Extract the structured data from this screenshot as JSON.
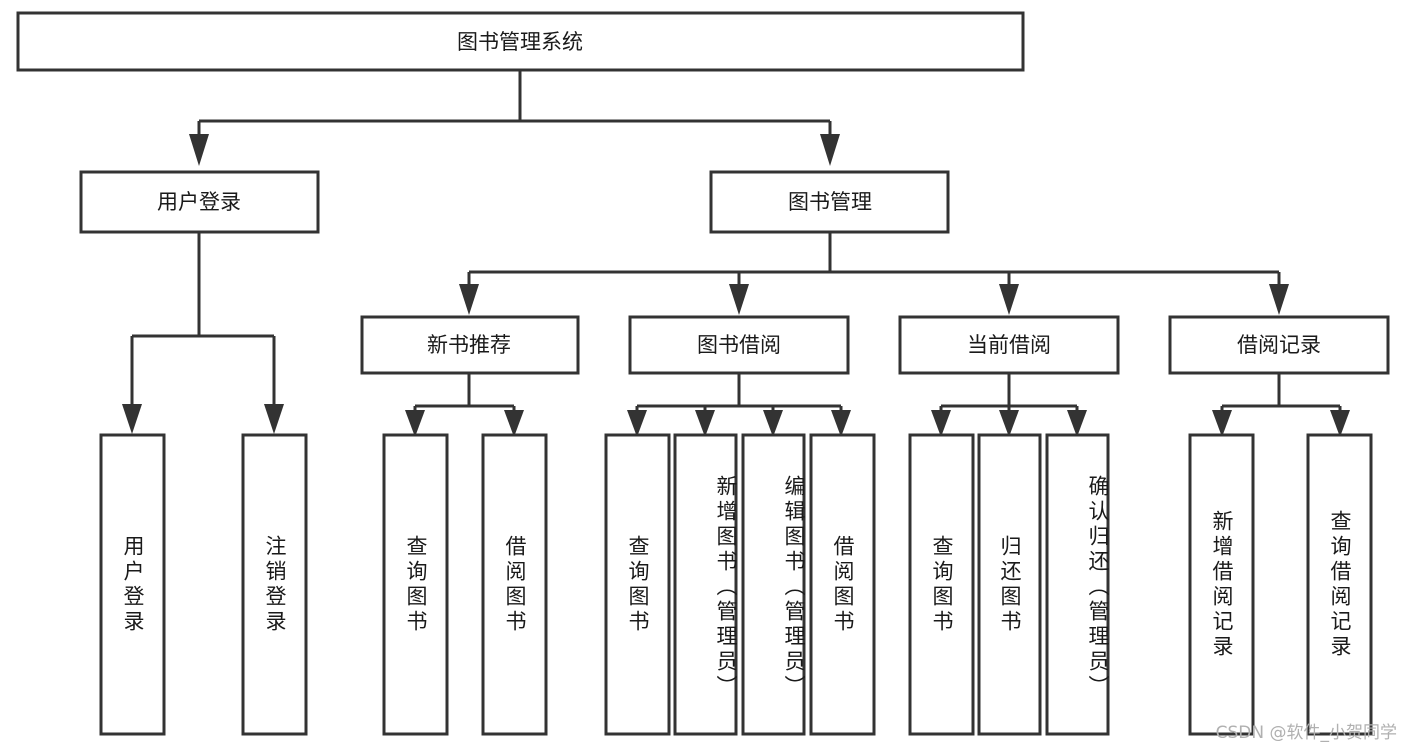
{
  "diagram": {
    "title": "图书管理系统",
    "type": "tree-hierarchy-diagram",
    "root": {
      "label": "图书管理系统"
    },
    "level2": [
      {
        "label": "用户登录"
      },
      {
        "label": "图书管理"
      }
    ],
    "level3": [
      {
        "label": "新书推荐"
      },
      {
        "label": "图书借阅"
      },
      {
        "label": "当前借阅"
      },
      {
        "label": "借阅记录"
      }
    ],
    "leaves": {
      "user_login": [
        {
          "label": "用户登录"
        },
        {
          "label": "注销登录"
        }
      ],
      "new_book_recommend": [
        {
          "label": "查询图书"
        },
        {
          "label": "借阅图书"
        }
      ],
      "book_borrow": [
        {
          "label": "查询图书"
        },
        {
          "label": "新增图书（管理员）"
        },
        {
          "label": "编辑图书（管理员）"
        },
        {
          "label": "借阅图书"
        }
      ],
      "current_borrow": [
        {
          "label": "查询图书"
        },
        {
          "label": "归还图书"
        },
        {
          "label": "确认归还（管理员）"
        }
      ],
      "borrow_record": [
        {
          "label": "新增借阅记录"
        },
        {
          "label": "查询借阅记录"
        }
      ]
    }
  },
  "watermark": {
    "text": "CSDN @软件_小贺同学"
  },
  "colors": {
    "stroke": "#333333",
    "box_fill": "#ffffff",
    "text": "#1a1a1a",
    "watermark": "#b0b0b0",
    "background": "#ffffff"
  }
}
